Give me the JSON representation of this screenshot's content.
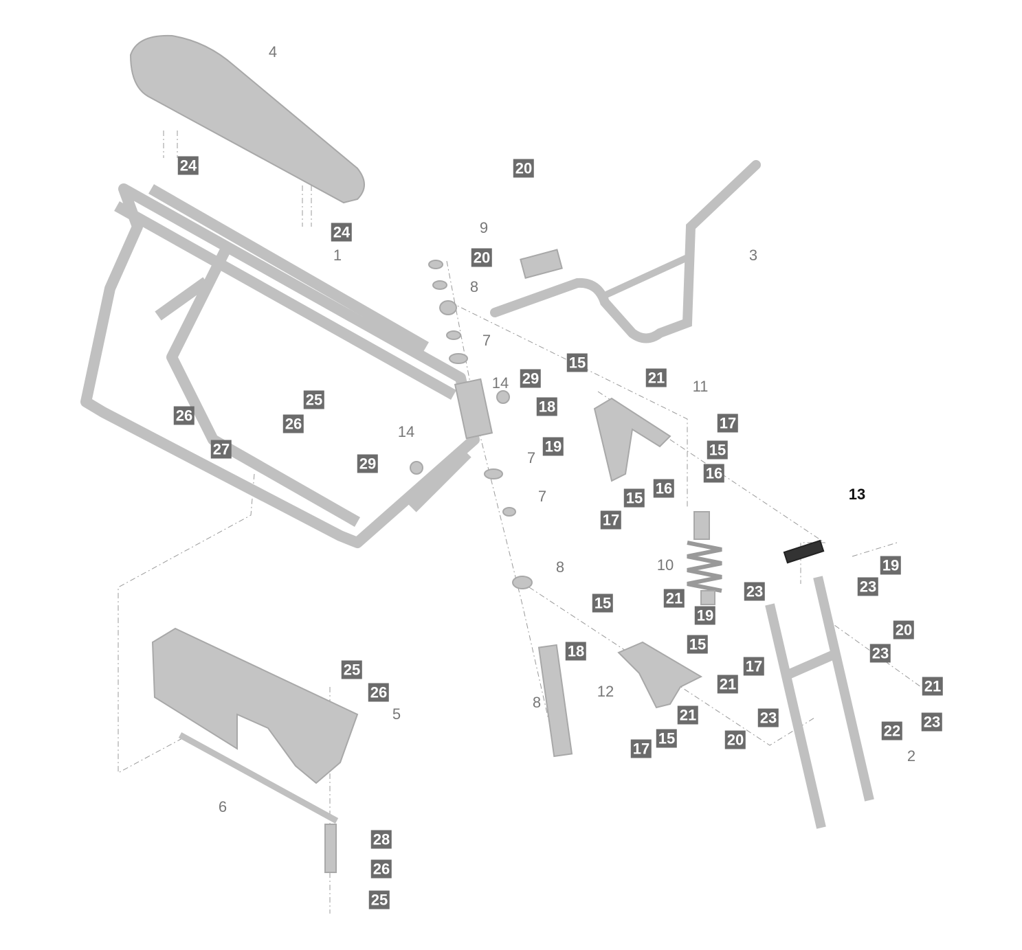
{
  "diagram": {
    "type": "exploded-parts-diagram",
    "highlighted_part": "13",
    "colors": {
      "part": "#b8b8b8",
      "label_box": "#6b6b6b",
      "label_text": "#777777",
      "highlight": "#222222"
    },
    "callouts": [
      {
        "text": "4",
        "style": "plain"
      },
      {
        "text": "24",
        "style": "box"
      },
      {
        "text": "24",
        "style": "box"
      },
      {
        "text": "1",
        "style": "plain"
      },
      {
        "text": "20",
        "style": "box"
      },
      {
        "text": "9",
        "style": "plain"
      },
      {
        "text": "20",
        "style": "box"
      },
      {
        "text": "3",
        "style": "plain"
      },
      {
        "text": "8",
        "style": "plain"
      },
      {
        "text": "7",
        "style": "plain"
      },
      {
        "text": "15",
        "style": "box"
      },
      {
        "text": "21",
        "style": "box"
      },
      {
        "text": "11",
        "style": "plain"
      },
      {
        "text": "14",
        "style": "plain"
      },
      {
        "text": "29",
        "style": "box"
      },
      {
        "text": "25",
        "style": "box"
      },
      {
        "text": "26",
        "style": "box"
      },
      {
        "text": "26",
        "style": "box"
      },
      {
        "text": "27",
        "style": "box"
      },
      {
        "text": "14",
        "style": "plain"
      },
      {
        "text": "29",
        "style": "box"
      },
      {
        "text": "18",
        "style": "box"
      },
      {
        "text": "19",
        "style": "box"
      },
      {
        "text": "17",
        "style": "box"
      },
      {
        "text": "15",
        "style": "box"
      },
      {
        "text": "16",
        "style": "box"
      },
      {
        "text": "16",
        "style": "box"
      },
      {
        "text": "15",
        "style": "box"
      },
      {
        "text": "17",
        "style": "box"
      },
      {
        "text": "7",
        "style": "plain"
      },
      {
        "text": "7",
        "style": "plain"
      },
      {
        "text": "13",
        "style": "dark"
      },
      {
        "text": "19",
        "style": "box"
      },
      {
        "text": "23",
        "style": "box"
      },
      {
        "text": "10",
        "style": "plain"
      },
      {
        "text": "8",
        "style": "plain"
      },
      {
        "text": "23",
        "style": "box"
      },
      {
        "text": "15",
        "style": "box"
      },
      {
        "text": "21",
        "style": "box"
      },
      {
        "text": "19",
        "style": "box"
      },
      {
        "text": "20",
        "style": "box"
      },
      {
        "text": "15",
        "style": "box"
      },
      {
        "text": "23",
        "style": "box"
      },
      {
        "text": "18",
        "style": "box"
      },
      {
        "text": "17",
        "style": "box"
      },
      {
        "text": "21",
        "style": "box"
      },
      {
        "text": "12",
        "style": "plain"
      },
      {
        "text": "21",
        "style": "box"
      },
      {
        "text": "25",
        "style": "box"
      },
      {
        "text": "26",
        "style": "box"
      },
      {
        "text": "5",
        "style": "plain"
      },
      {
        "text": "8",
        "style": "plain"
      },
      {
        "text": "21",
        "style": "box"
      },
      {
        "text": "23",
        "style": "box"
      },
      {
        "text": "23",
        "style": "box"
      },
      {
        "text": "22",
        "style": "box"
      },
      {
        "text": "20",
        "style": "box"
      },
      {
        "text": "15",
        "style": "box"
      },
      {
        "text": "17",
        "style": "box"
      },
      {
        "text": "2",
        "style": "plain"
      },
      {
        "text": "6",
        "style": "plain"
      },
      {
        "text": "28",
        "style": "box"
      },
      {
        "text": "26",
        "style": "box"
      },
      {
        "text": "25",
        "style": "box"
      }
    ]
  }
}
